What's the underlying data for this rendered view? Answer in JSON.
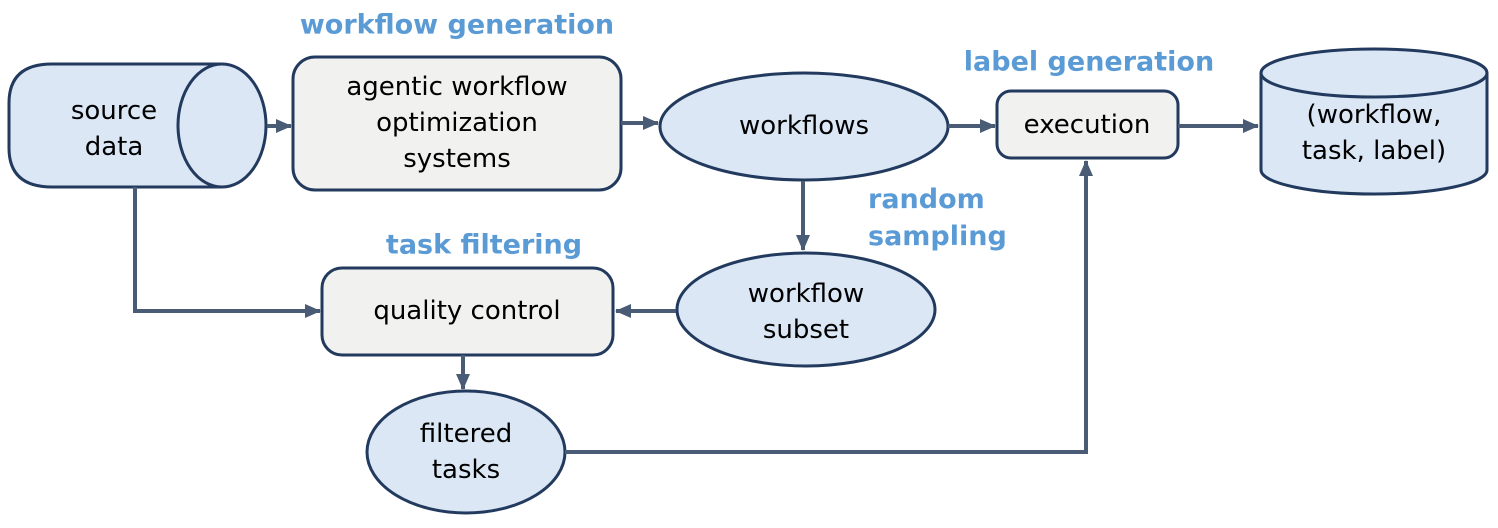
{
  "colors": {
    "fill_blue": "#dbe7f5",
    "fill_gray": "#f1f1f0",
    "border": "#223a5e",
    "arrow": "#4a5b75",
    "label_blue": "#5b9bd5",
    "text": "#000000"
  },
  "stages": {
    "workflow_generation": "workflow generation",
    "label_generation": "label generation",
    "task_filtering": "task filtering",
    "random_sampling": {
      "lines": [
        "random",
        "sampling"
      ]
    }
  },
  "nodes": {
    "source_data": {
      "shape": "horizontal-cylinder",
      "lines": [
        "source",
        "data"
      ]
    },
    "awos": {
      "shape": "rounded-rect",
      "lines": [
        "agentic workflow",
        "optimization",
        "systems"
      ]
    },
    "workflows": {
      "shape": "ellipse",
      "lines": [
        "workflows"
      ]
    },
    "execution": {
      "shape": "rounded-rect",
      "lines": [
        "execution"
      ]
    },
    "dataset": {
      "shape": "cylinder",
      "lines": [
        "(workflow,",
        "task, label)"
      ]
    },
    "workflow_subset": {
      "shape": "ellipse",
      "lines": [
        "workflow",
        "subset"
      ]
    },
    "quality_control": {
      "shape": "rounded-rect",
      "lines": [
        "quality control"
      ]
    },
    "filtered_tasks": {
      "shape": "ellipse",
      "lines": [
        "filtered",
        "tasks"
      ]
    }
  },
  "edges": [
    {
      "from": "source data",
      "to": "agentic workflow optimization systems"
    },
    {
      "from": "agentic workflow optimization systems",
      "to": "workflows"
    },
    {
      "from": "workflows",
      "to": "execution"
    },
    {
      "from": "execution",
      "to": "(workflow, task, label)"
    },
    {
      "from": "workflows",
      "to": "workflow subset",
      "label": "random sampling"
    },
    {
      "from": "workflow subset",
      "to": "quality control"
    },
    {
      "from": "source data",
      "to": "quality control"
    },
    {
      "from": "quality control",
      "to": "filtered tasks"
    },
    {
      "from": "filtered tasks",
      "to": "execution"
    }
  ]
}
